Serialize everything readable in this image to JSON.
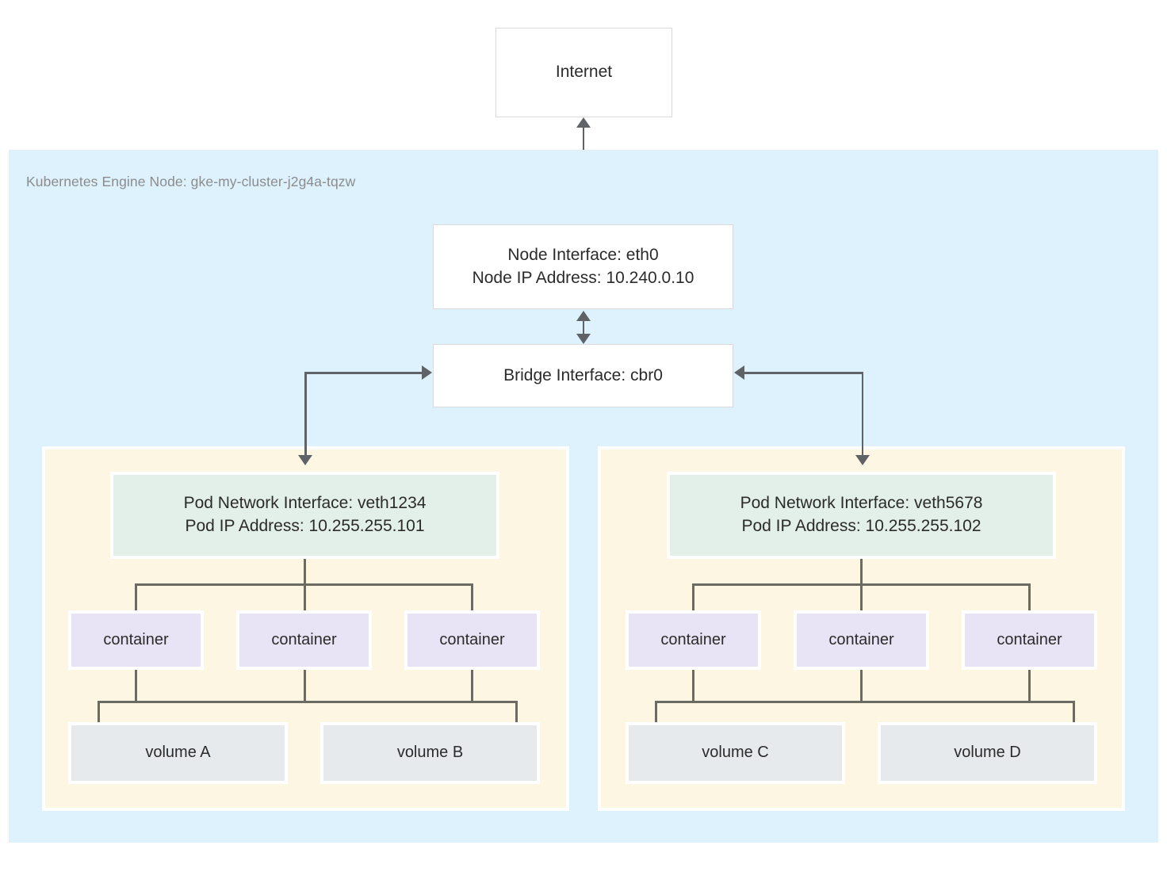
{
  "diagram": {
    "title_box": {
      "label": "Internet"
    },
    "node_region": {
      "label": "Kubernetes Engine Node: gke-my-cluster-j2g4a-tqzw",
      "background_color": "#ddf2fd"
    },
    "node_interface": {
      "line1": "Node Interface: eth0",
      "line2": "Node IP Address: 10.240.0.10"
    },
    "bridge_interface": {
      "label": "Bridge Interface: cbr0"
    },
    "pods": [
      {
        "region_color": "#fdf6e3",
        "interface": {
          "line1": "Pod Network Interface: veth1234",
          "line2": "Pod IP Address: 10.255.255.101",
          "color": "#e3efe9"
        },
        "containers": [
          {
            "label": "container",
            "color": "#e9e4f5"
          },
          {
            "label": "container",
            "color": "#e9e4f5"
          },
          {
            "label": "container",
            "color": "#e9e4f5"
          }
        ],
        "volumes": [
          {
            "label": "volume A",
            "color": "#e7eaec"
          },
          {
            "label": "volume B",
            "color": "#e7eaec"
          }
        ]
      },
      {
        "region_color": "#fdf6e3",
        "interface": {
          "line1": "Pod Network Interface: veth5678",
          "line2": "Pod IP Address: 10.255.255.102",
          "color": "#e3efe9"
        },
        "containers": [
          {
            "label": "container",
            "color": "#e9e4f5"
          },
          {
            "label": "container",
            "color": "#e9e4f5"
          },
          {
            "label": "container",
            "color": "#e9e4f5"
          }
        ],
        "volumes": [
          {
            "label": "volume C",
            "color": "#e7eaec"
          },
          {
            "label": "volume D",
            "color": "#e7eaec"
          }
        ]
      }
    ],
    "connector_color": "#5f6368"
  }
}
